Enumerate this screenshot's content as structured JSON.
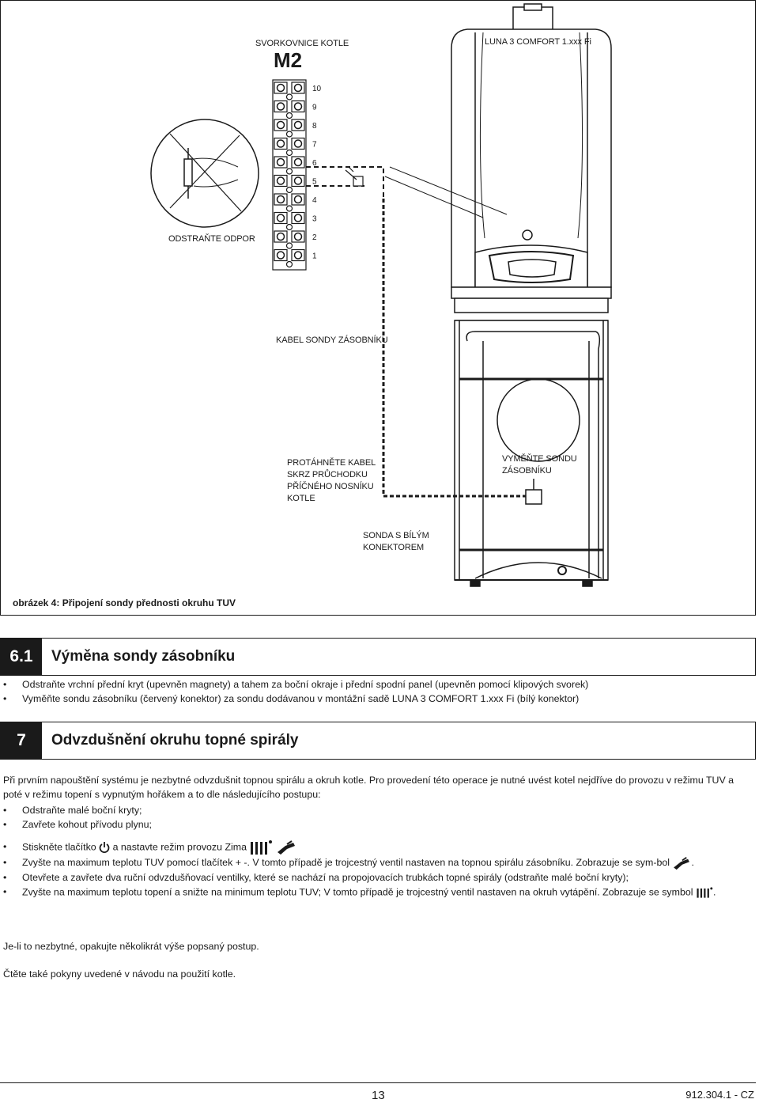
{
  "figure": {
    "labels": {
      "terminal_block": "SVORKOVNICE KOTLE",
      "terminal_id": "M2",
      "model": "LUNA 3 COMFORT 1.xxx Fi",
      "remove_resistor": "ODSTRAŇTE ODPOR",
      "sensor_cable": "KABEL SONDY ZÁSOBNÍKU",
      "route_cable": [
        "PROTÁHNĚTE KABEL",
        "SKRZ PRŮCHODKU",
        "PŘÍČNÉHO NOSNÍKU",
        "KOTLE"
      ],
      "replace_sensor": [
        "VYMĚŇTE SONDU",
        "ZÁSOBNÍKU"
      ],
      "white_connector": [
        "SONDA S BÍLÝM",
        "KONEKTOREM"
      ]
    },
    "terminal_numbers": [
      "10",
      "9",
      "8",
      "7",
      "6",
      "5",
      "4",
      "3",
      "2",
      "1"
    ],
    "caption": "obrázek 4: Připojení sondy přednosti okruhu TUV"
  },
  "section61": {
    "number": "6.1",
    "title": "Výměna sondy zásobníku",
    "bullets": [
      "Odstraňte vrchní přední kryt (upevněn magnety) a tahem za boční okraje i přední spodní panel (upevněn pomocí klipových svorek)",
      "Vyměňte sondu zásobníku (červený konektor) za sondu dodávanou v montážní sadě LUNA 3 COMFORT 1.xxx Fi (bílý konektor)"
    ]
  },
  "section7": {
    "number": "7",
    "title": "Odvzdušnění okruhu topné spirály",
    "intro": "Při prvním napouštění systému je nezbytné odvzdušnit topnou spirálu a okruh kotle. Pro provedení této operace je nutné uvést kotel nejdříve do provozu v režimu TUV a poté v režimu topení s vypnutým hořákem a to dle následujícího postupu:",
    "b1": "Odstraňte malé boční kryty;",
    "b2": "Zavřete kohout přívodu plynu;",
    "b3a": "Stiskněte tlačítko",
    "b3b": "a nastavte režim provozu Zima",
    "b4": "Zvyšte na maximum teplotu TUV pomocí tlačítek + -. V tomto případě je trojcestný ventil nastaven na topnou  spirálu zásobníku. Zobrazuje se sym-bol",
    "b5": "Otevřete a zavřete dva ruční odvzdušňovací ventilky, které se nachází na propojovacích trubkách topné spirály (odstraňte malé boční kryty);",
    "b6": "Zvyšte na maximum teplotu topení a snižte na minimum teplotu TUV; V tomto případě je trojcestný ventil nastaven na okruh vytápění. Zobrazuje se symbol",
    "end_dot": ".",
    "repeat": "Je-li to nezbytné, opakujte několikrát výše popsaný postup.",
    "read": "Čtěte také pokyny uvedené v návodu na použití kotle."
  },
  "footer": {
    "page": "13",
    "code": "912.304.1 - CZ"
  },
  "icons": {
    "power": "power-icon",
    "radiator": "radiator-icon",
    "tap": "tap-icon",
    "sensor": "sensor-icon"
  }
}
